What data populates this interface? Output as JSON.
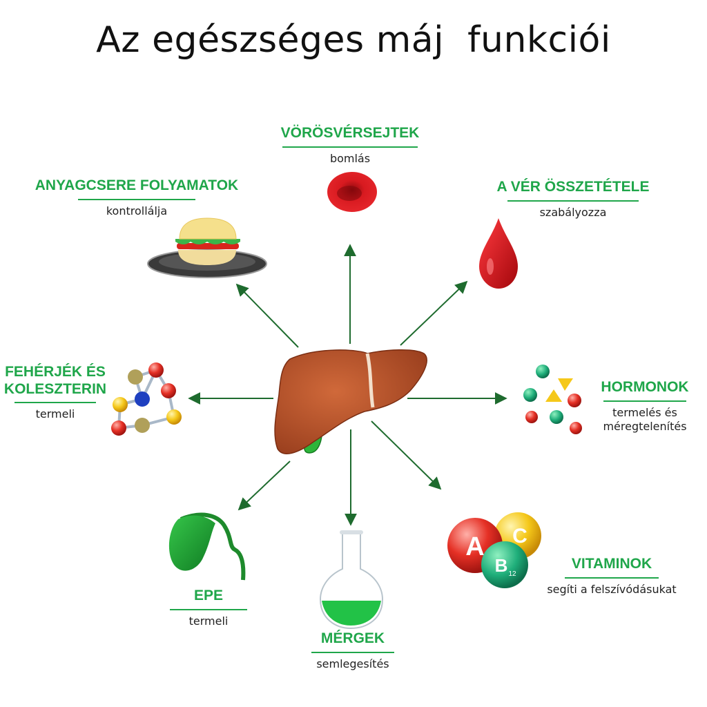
{
  "title": "Az egészséges máj  funkciói",
  "colors": {
    "accent": "#1fa64a",
    "arrow": "#1e6b2e",
    "liver": "#b5502a",
    "blood": "#d9171e"
  },
  "functions": [
    {
      "key": "red_blood_cells",
      "heading": "VÖRÖSVÉRSEJTEK",
      "sub": "bomlás",
      "icon": "red-blood-cell-icon"
    },
    {
      "key": "blood_composition",
      "heading": "A VÉR ÖSSZETÉTELE",
      "sub": "szabályozza",
      "icon": "blood-drop-icon"
    },
    {
      "key": "hormones",
      "heading": "HORMONOK",
      "sub": "termelés és méregtelenítés",
      "icon": "hormone-molecules-icon"
    },
    {
      "key": "vitamins",
      "heading": "VITAMINOK",
      "sub": "segíti a felszívódásukat",
      "icon": "vitamin-balls-icon",
      "vitamin_letters": [
        "A",
        "C",
        "B",
        "12"
      ]
    },
    {
      "key": "toxins",
      "heading": "MÉRGEK",
      "sub": "semlegesítés",
      "icon": "flask-icon"
    },
    {
      "key": "bile",
      "heading": "EPE",
      "sub": "termeli",
      "icon": "gallbladder-icon"
    },
    {
      "key": "proteins",
      "heading": "FEHÉRJÉK ÉS KOLESZTERIN",
      "heading_lines": [
        "FEHÉRJÉK ÉS",
        "KOLESZTERIN"
      ],
      "sub": "termeli",
      "icon": "molecule-chain-icon"
    },
    {
      "key": "metabolism",
      "heading": "ANYAGCSERE FOLYAMATOK",
      "sub": "kontrollálja",
      "icon": "burger-icon"
    }
  ]
}
